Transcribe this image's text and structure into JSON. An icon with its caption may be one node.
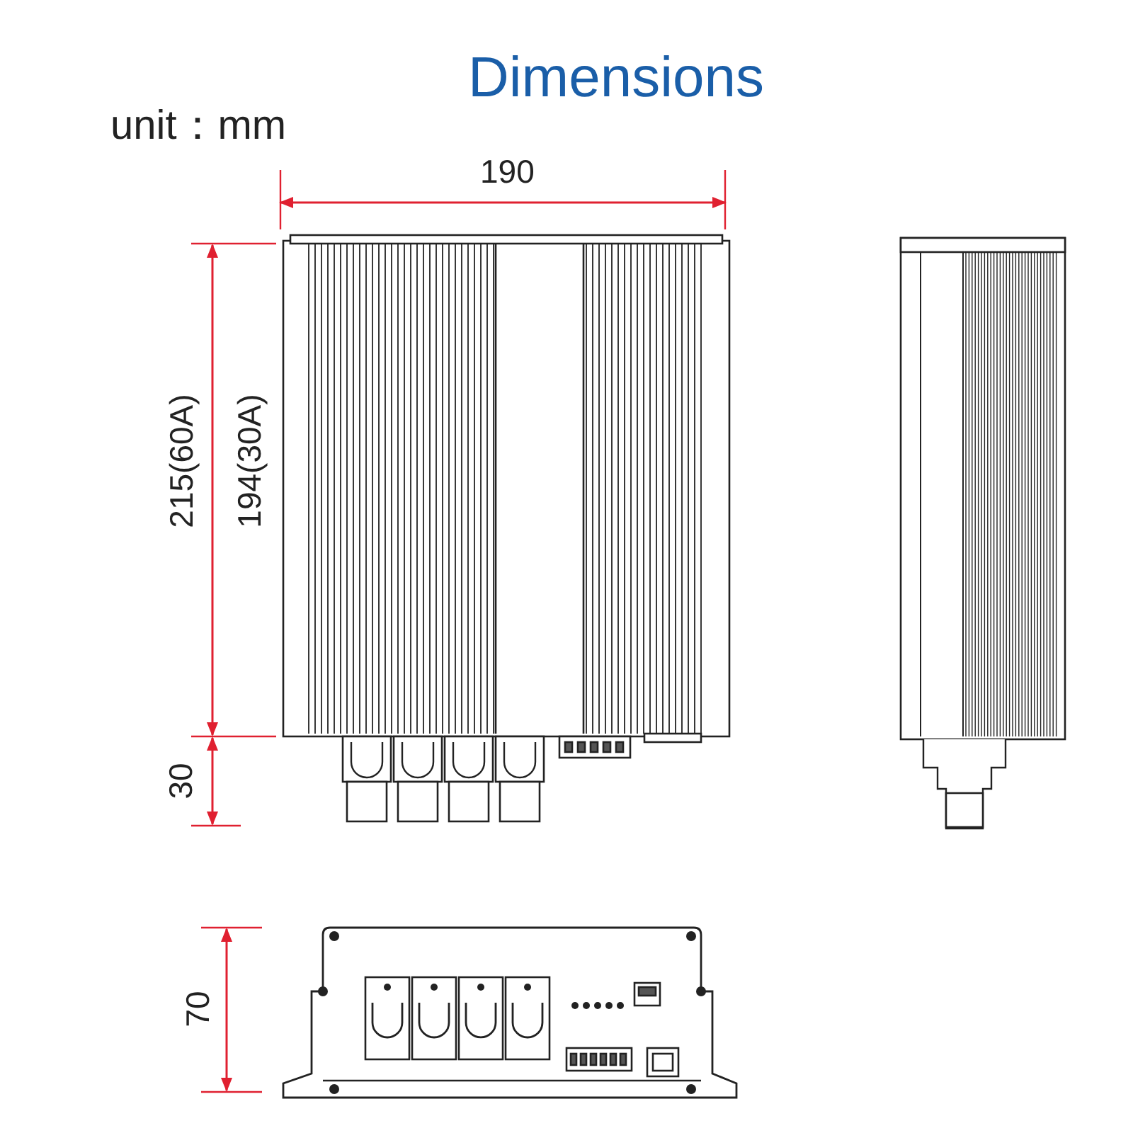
{
  "diagram": {
    "title": "Dimensions",
    "labels": [
      "unit：mm",
      "190",
      "215(60A)",
      "194(30A)",
      "30",
      "70"
    ]
  }
}
